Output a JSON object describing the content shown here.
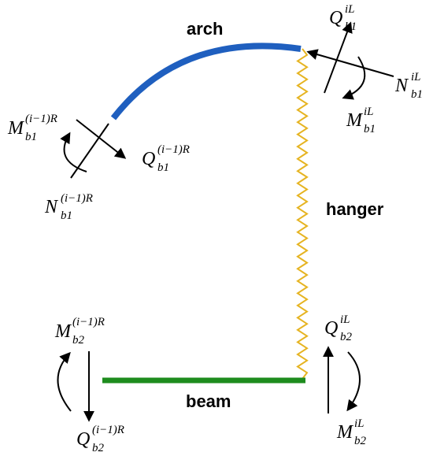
{
  "labels": {
    "arch": "arch",
    "hanger": "hanger",
    "beam": "beam"
  },
  "forces": {
    "Q_b1_iL": {
      "main": "Q",
      "sub": "b1",
      "sup": "iL"
    },
    "N_b1_iL": {
      "main": "N",
      "sub": "b1",
      "sup": "iL"
    },
    "M_b1_iL": {
      "main": "M",
      "sub": "b1",
      "sup": "iL"
    },
    "M_b1_prev": {
      "main": "M",
      "sub": "b1",
      "sup": "(i−1)R"
    },
    "Q_b1_prev": {
      "main": "Q",
      "sub": "b1",
      "sup": "(i−1)R"
    },
    "N_b1_prev": {
      "main": "N",
      "sub": "b1",
      "sup": "(i−1)R"
    },
    "M_b2_prev": {
      "main": "M",
      "sub": "b2",
      "sup": "(i−1)R"
    },
    "Q_b2_prev": {
      "main": "Q",
      "sub": "b2",
      "sup": "(i−1)R"
    },
    "Q_b2_iL": {
      "main": "Q",
      "sub": "b2",
      "sup": "iL"
    },
    "M_b2_iL": {
      "main": "M",
      "sub": "b2",
      "sup": "iL"
    }
  },
  "colors": {
    "arch": "#1f5fbf",
    "hanger": "#e6b422",
    "beam": "#1e8c1e",
    "arrows": "#000000"
  }
}
